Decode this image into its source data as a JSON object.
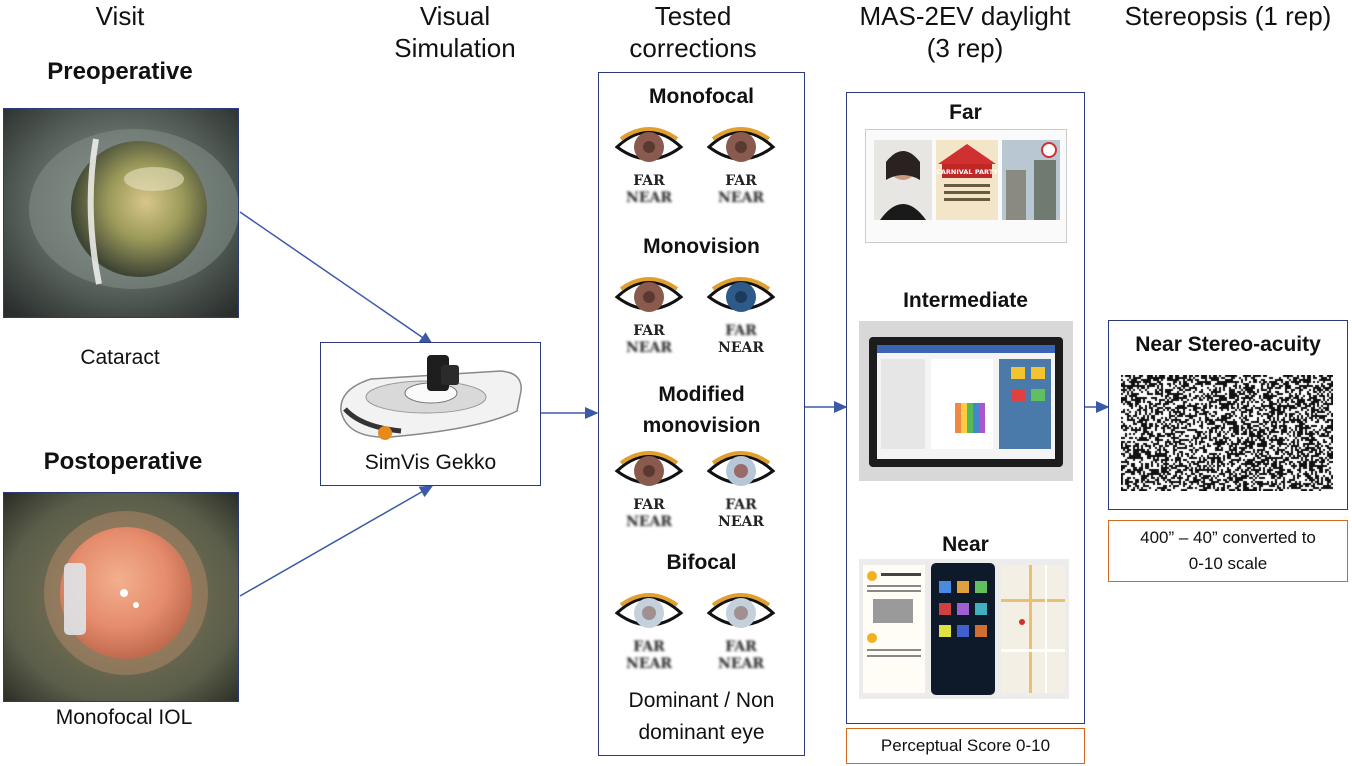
{
  "headers": {
    "visit": "Visit",
    "visual_simulation": "Visual\nSimulation",
    "tested_corrections": "Tested\ncorrections",
    "mas": "MAS-2EV daylight\n(3 rep)",
    "stereopsis": "Stereopsis (1 rep)"
  },
  "visit": {
    "preoperative": "Preoperative",
    "cataract": "Cataract",
    "postoperative": "Postoperative",
    "monofocal_iol": "Monofocal IOL"
  },
  "simulator": {
    "label": "SimVis Gekko"
  },
  "corrections": {
    "monofocal": "Monofocal",
    "monovision": "Monovision",
    "modified_monovision": "Modified\nmonovision",
    "bifocal": "Bifocal",
    "footer": "Dominant / Non\ndominant eye",
    "far": "FAR",
    "near": "NEAR"
  },
  "mas": {
    "far": "Far",
    "intermediate": "Intermediate",
    "near": "Near",
    "score": "Perceptual Score 0-10",
    "poster_title": "CARNIVAL PARTY"
  },
  "stereo": {
    "title": "Near Stereo-acuity",
    "scale": "400” – 40” converted to\n0-10 scale"
  },
  "colors": {
    "box_border": "#2b3a7a",
    "orange_border": "#d2691e",
    "arrow": "#3a5aa8",
    "iris_brown": "#8a5a4e",
    "iris_blue": "#2e5a8a"
  }
}
